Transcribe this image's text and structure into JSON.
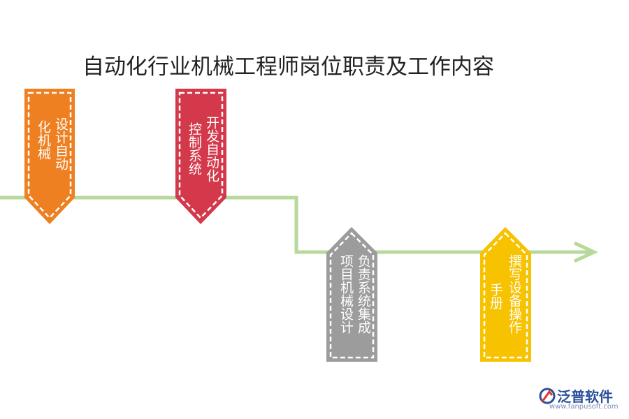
{
  "title": "自动化行业机械工程师岗位职责及工作内容",
  "colors": {
    "timeline": "#b7d99b",
    "orange": "#ee8022",
    "red": "#d3394a",
    "gray": "#9c9c9c",
    "yellow": "#f7c200"
  },
  "steps": [
    {
      "id": "step1",
      "col1": "设计自动",
      "col2": "化机械",
      "color": "orange"
    },
    {
      "id": "step2",
      "col1": "开发自动化",
      "col2": "控制系统",
      "color": "red"
    },
    {
      "id": "step3",
      "col1": "负责系统集成",
      "col2": "项目机械设计",
      "color": "gray"
    },
    {
      "id": "step4",
      "col1": "撰写设备操作",
      "col2": "手册",
      "color": "yellow"
    }
  ],
  "logo": {
    "text": "泛普软件",
    "url": "www.fanpusoft.com",
    "icon": "fanpu-logo-icon"
  }
}
